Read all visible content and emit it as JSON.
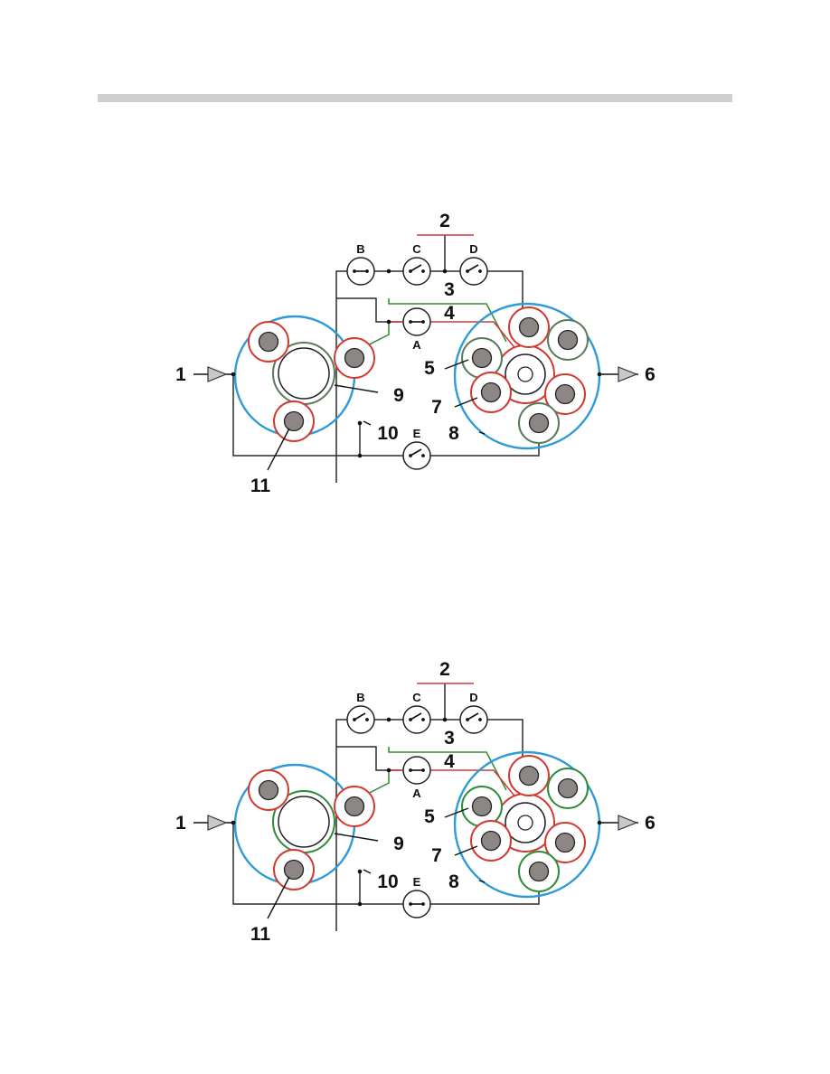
{
  "colors": {
    "housing": "#2e9bd6",
    "red": "#d23a32",
    "green": "#2e8b3a",
    "gray_green": "#5a7a5a",
    "fill": "#8c8684",
    "wire": "#2b2b2b",
    "header_bar": "#cfcfcf"
  },
  "diagrams": [
    {
      "callouts": {
        "c1": "1",
        "c2": "2",
        "c3": "3",
        "c4": "4",
        "c5": "5",
        "c6": "6",
        "c7": "7",
        "c8": "8",
        "c9": "9",
        "c10": "10",
        "c11": "11"
      },
      "valves": {
        "A": {
          "label": "A",
          "state": "closed"
        },
        "B": {
          "label": "B",
          "state": "closed"
        },
        "C": {
          "label": "C",
          "state": "open"
        },
        "D": {
          "label": "D",
          "state": "open"
        },
        "E": {
          "label": "E",
          "state": "open"
        }
      }
    },
    {
      "callouts": {
        "c1": "1",
        "c2": "2",
        "c3": "3",
        "c4": "4",
        "c5": "5",
        "c6": "6",
        "c7": "7",
        "c8": "8",
        "c9": "9",
        "c10": "10",
        "c11": "11"
      },
      "valves": {
        "A": {
          "label": "A",
          "state": "closed"
        },
        "B": {
          "label": "B",
          "state": "open"
        },
        "C": {
          "label": "C",
          "state": "open"
        },
        "D": {
          "label": "D",
          "state": "open"
        },
        "E": {
          "label": "E",
          "state": "closed"
        }
      }
    }
  ]
}
